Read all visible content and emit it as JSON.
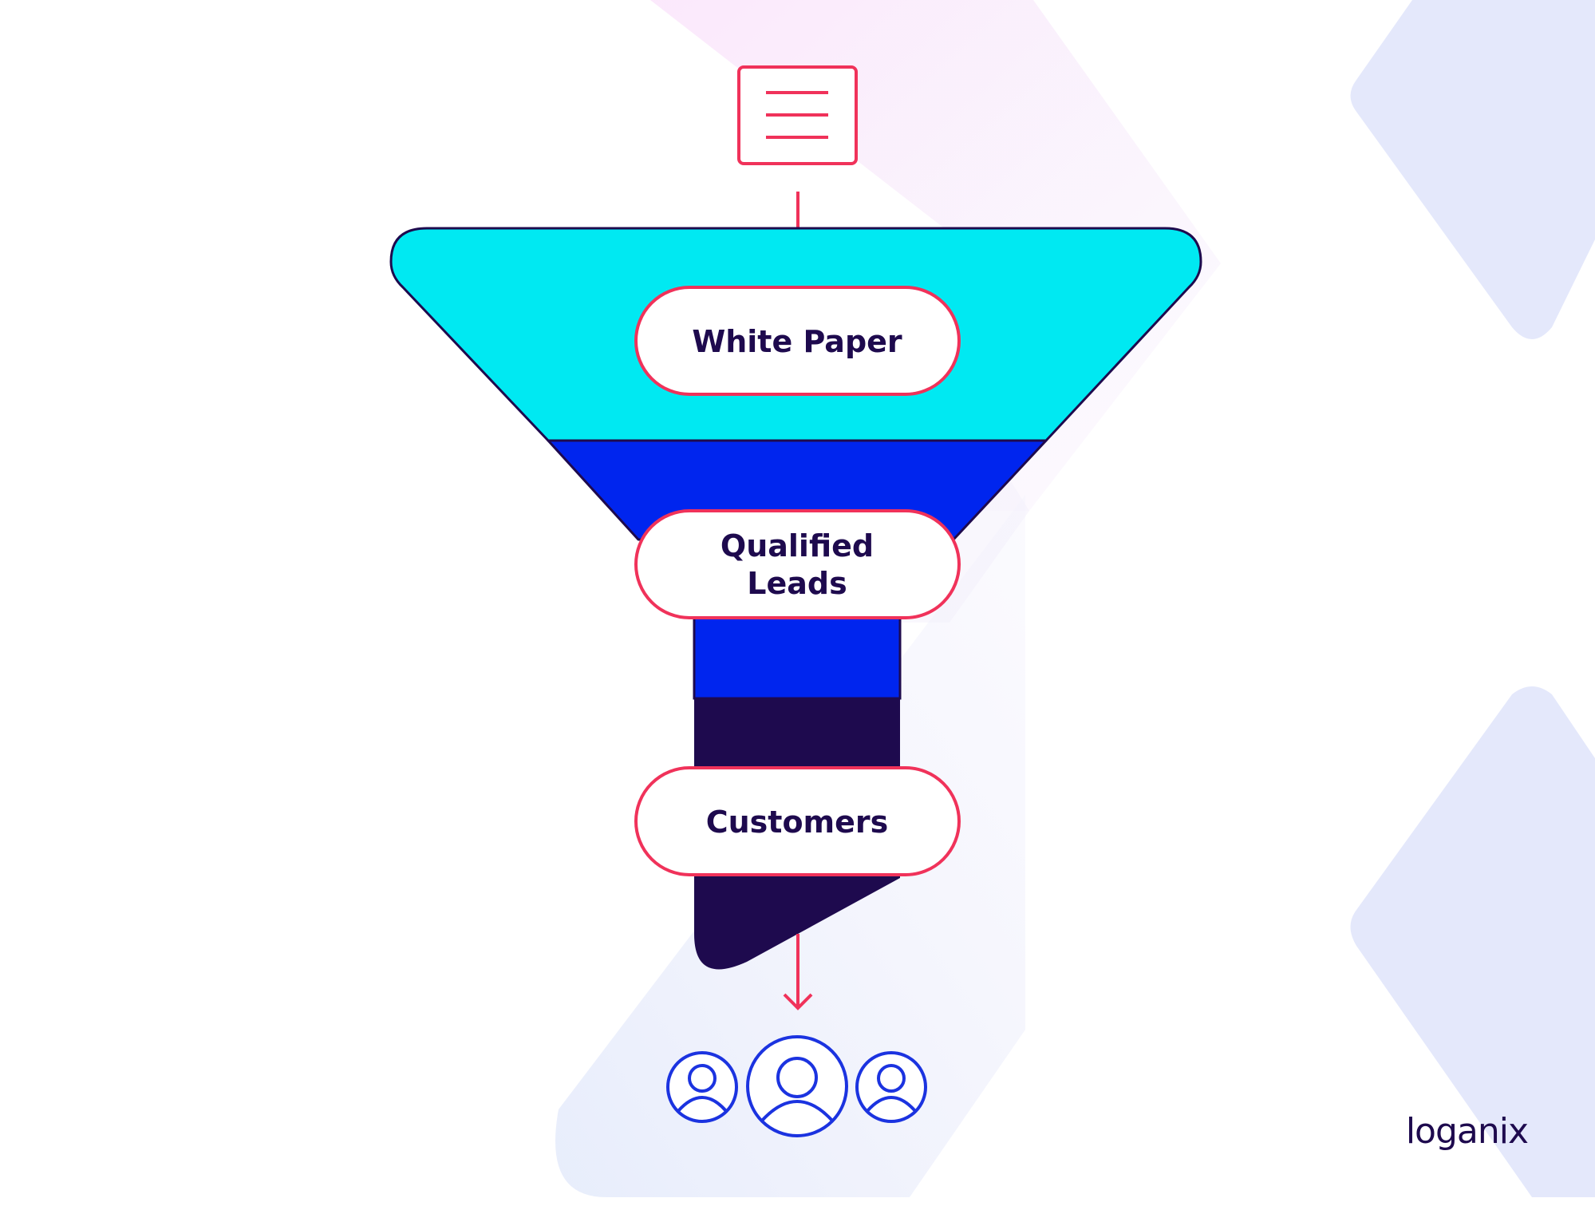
{
  "diagram": {
    "stages": [
      {
        "label_lines": [
          "White Paper"
        ]
      },
      {
        "label_lines": [
          "Qualified",
          "Leads"
        ]
      },
      {
        "label_lines": [
          "Customers"
        ]
      }
    ],
    "top_icon": "document-icon",
    "bottom_icons": [
      "user-icon",
      "user-icon",
      "user-icon"
    ]
  },
  "brand": {
    "logo_text": "loganix"
  },
  "colors": {
    "funnel_top": "#00e9f2",
    "funnel_middle": "#0025ee",
    "funnel_bottom": "#1e0a4e",
    "outline": "#1e0a4e",
    "accent_red": "#f0325a",
    "icon_blue": "#1b33e0",
    "text_dark": "#1e0a4e"
  }
}
